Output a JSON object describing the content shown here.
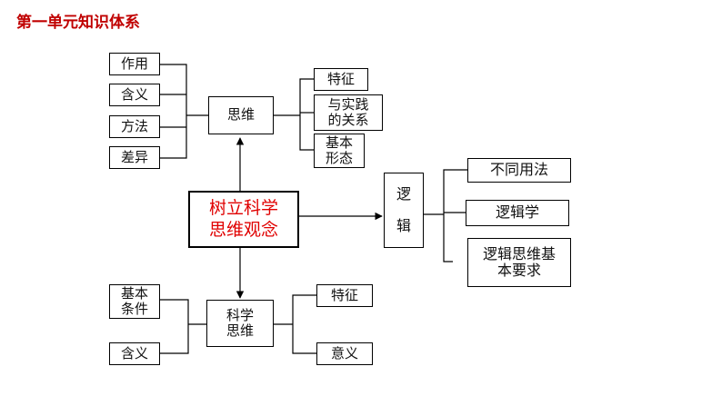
{
  "header": {
    "title": "第一单元知识体系"
  },
  "center": {
    "line1": "树立科学",
    "line2": "思维观念"
  },
  "thinking": {
    "label": "思维",
    "left": [
      "作用",
      "含义",
      "方法",
      "差异"
    ],
    "right": {
      "feature": "特征",
      "practice_1": "与实践",
      "practice_2": "的关系",
      "form_1": "基本",
      "form_2": "形态"
    }
  },
  "logic": {
    "label_1": "逻",
    "label_2": "辑",
    "items": [
      "不同用法",
      "逻辑学"
    ],
    "req_1": "逻辑思维基",
    "req_2": "本要求"
  },
  "science": {
    "label_1": "科学",
    "label_2": "思维",
    "cond_1": "基本",
    "cond_2": "条件",
    "meaning": "含义",
    "feature": "特征",
    "significance": "意义"
  }
}
